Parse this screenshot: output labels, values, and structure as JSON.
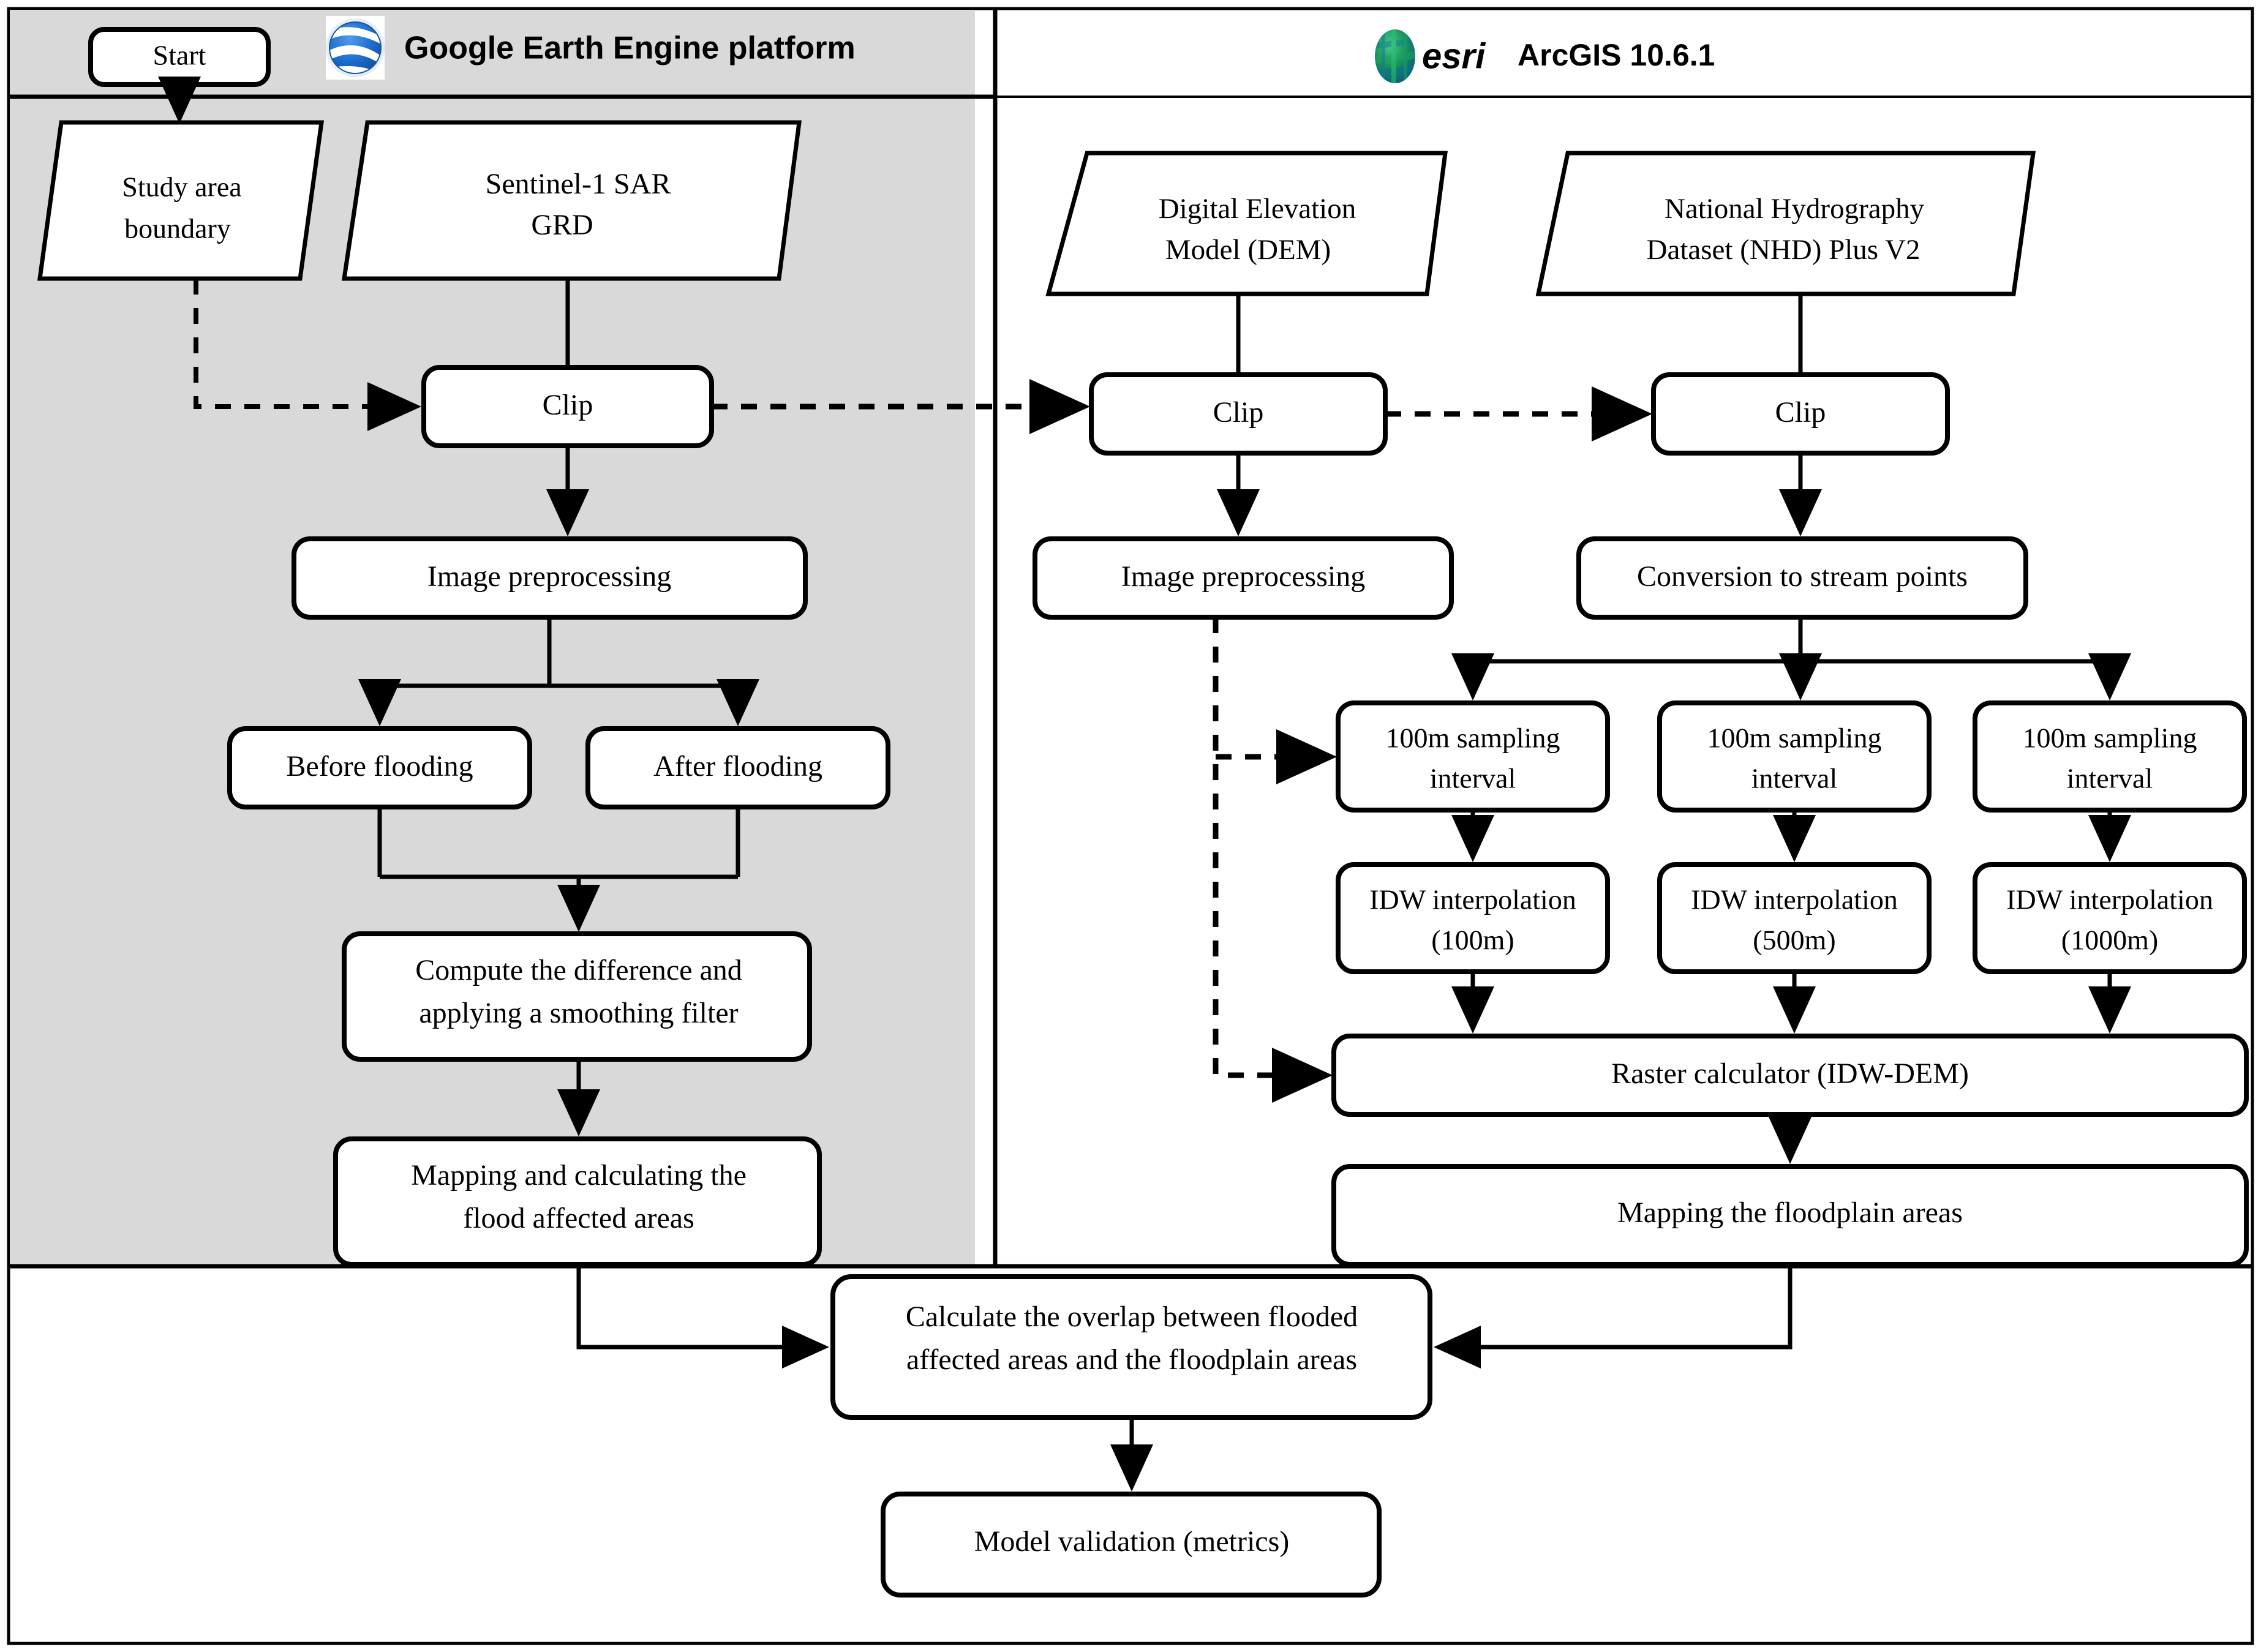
{
  "figure": {
    "type": "flowchart",
    "title": "Flood mapping and floodplain delineation workflow",
    "colors": {
      "panel_gray": "#d9d9d9",
      "stroke": "#000000",
      "node_fill": "#ffffff",
      "gee_logo_blue": "#1f6fd0",
      "esri_logo_green": "#1f9a57"
    }
  },
  "panels": [
    {
      "id": "gee",
      "label": "Google Earth Engine platform",
      "icon": "google-earth-globe-icon",
      "background": "#d9d9d9"
    },
    {
      "id": "arcgis",
      "label": "ArcGIS 10.6.1",
      "icon": "esri-globe-icon",
      "background": "#ffffff"
    }
  ],
  "nodes": {
    "start": {
      "label": "Start",
      "shape": "rounded-rect"
    },
    "study_area": {
      "label_lines": [
        "Study area",
        "boundary"
      ],
      "shape": "parallelogram"
    },
    "sentinel": {
      "label_lines": [
        "Sentinel-1 SAR",
        "GRD"
      ],
      "shape": "parallelogram"
    },
    "clip_gee": {
      "label": "Clip",
      "shape": "rounded-rect"
    },
    "img_pre_gee": {
      "label": "Image preprocessing",
      "shape": "rounded-rect"
    },
    "before_flood": {
      "label": "Before flooding",
      "shape": "rounded-rect"
    },
    "after_flood": {
      "label": "After flooding",
      "shape": "rounded-rect"
    },
    "compute_diff": {
      "label_lines": [
        "Compute the difference and",
        "applying a smoothing filter"
      ],
      "shape": "rounded-rect"
    },
    "map_flood": {
      "label_lines": [
        "Mapping and calculating the",
        "flood affected areas"
      ],
      "shape": "rounded-rect"
    },
    "dem": {
      "label_lines": [
        "Digital Elevation",
        "Model (DEM)"
      ],
      "shape": "parallelogram"
    },
    "nhd": {
      "label_lines": [
        "National Hydrography",
        "Dataset (NHD) Plus  V2"
      ],
      "shape": "parallelogram"
    },
    "clip_dem": {
      "label": "Clip",
      "shape": "rounded-rect"
    },
    "clip_nhd": {
      "label": "Clip",
      "shape": "rounded-rect"
    },
    "img_pre_dem": {
      "label": "Image preprocessing",
      "shape": "rounded-rect"
    },
    "conv_stream": {
      "label": "Conversion to stream points",
      "shape": "rounded-rect"
    },
    "samp1": {
      "label_lines": [
        "100m sampling",
        "interval"
      ],
      "shape": "rounded-rect"
    },
    "samp2": {
      "label_lines": [
        "100m sampling",
        "interval"
      ],
      "shape": "rounded-rect"
    },
    "samp3": {
      "label_lines": [
        "100m sampling",
        "interval"
      ],
      "shape": "rounded-rect"
    },
    "idw1": {
      "label_lines": [
        "IDW interpolation",
        "(100m)"
      ],
      "shape": "rounded-rect"
    },
    "idw2": {
      "label_lines": [
        "IDW interpolation",
        "(500m)"
      ],
      "shape": "rounded-rect"
    },
    "idw3": {
      "label_lines": [
        "IDW interpolation",
        "(1000m)"
      ],
      "shape": "rounded-rect"
    },
    "raster_calc": {
      "label": "Raster calculator (IDW-DEM)",
      "shape": "rounded-rect"
    },
    "map_floodplain": {
      "label": "Mapping the floodplain areas",
      "shape": "rounded-rect"
    },
    "overlap": {
      "label_lines": [
        "Calculate the overlap between flooded",
        "affected areas and the floodplain areas"
      ],
      "shape": "rounded-rect"
    },
    "validation": {
      "label": "Model validation (metrics)",
      "shape": "rounded-rect"
    }
  },
  "edges": [
    {
      "from": "start",
      "to": "study_area",
      "style": "solid"
    },
    {
      "from": "study_area",
      "to": "clip_gee",
      "style": "dashed"
    },
    {
      "from": "sentinel",
      "to": "clip_gee",
      "style": "solid"
    },
    {
      "from": "clip_gee",
      "to": "clip_dem",
      "style": "dashed"
    },
    {
      "from": "clip_dem",
      "to": "clip_nhd",
      "style": "dashed"
    },
    {
      "from": "clip_gee",
      "to": "img_pre_gee",
      "style": "solid"
    },
    {
      "from": "img_pre_gee",
      "to": "before_flood",
      "style": "solid"
    },
    {
      "from": "img_pre_gee",
      "to": "after_flood",
      "style": "solid"
    },
    {
      "from": "before_flood",
      "to": "compute_diff",
      "style": "solid"
    },
    {
      "from": "after_flood",
      "to": "compute_diff",
      "style": "solid"
    },
    {
      "from": "compute_diff",
      "to": "map_flood",
      "style": "solid"
    },
    {
      "from": "map_flood",
      "to": "overlap",
      "style": "solid"
    },
    {
      "from": "dem",
      "to": "clip_dem",
      "style": "solid"
    },
    {
      "from": "nhd",
      "to": "clip_nhd",
      "style": "solid"
    },
    {
      "from": "clip_dem",
      "to": "img_pre_dem",
      "style": "solid"
    },
    {
      "from": "clip_nhd",
      "to": "conv_stream",
      "style": "solid"
    },
    {
      "from": "conv_stream",
      "to": "samp1",
      "style": "solid"
    },
    {
      "from": "conv_stream",
      "to": "samp2",
      "style": "solid"
    },
    {
      "from": "conv_stream",
      "to": "samp3",
      "style": "solid"
    },
    {
      "from": "samp1",
      "to": "idw1",
      "style": "solid"
    },
    {
      "from": "samp2",
      "to": "idw2",
      "style": "solid"
    },
    {
      "from": "samp3",
      "to": "idw3",
      "style": "solid"
    },
    {
      "from": "idw1",
      "to": "raster_calc",
      "style": "solid"
    },
    {
      "from": "idw2",
      "to": "raster_calc",
      "style": "solid"
    },
    {
      "from": "idw3",
      "to": "raster_calc",
      "style": "solid"
    },
    {
      "from": "img_pre_dem",
      "to": "samp1",
      "style": "dashed"
    },
    {
      "from": "img_pre_dem",
      "to": "raster_calc",
      "style": "dashed"
    },
    {
      "from": "raster_calc",
      "to": "map_floodplain",
      "style": "solid"
    },
    {
      "from": "map_floodplain",
      "to": "overlap",
      "style": "solid"
    },
    {
      "from": "overlap",
      "to": "validation",
      "style": "solid"
    }
  ]
}
